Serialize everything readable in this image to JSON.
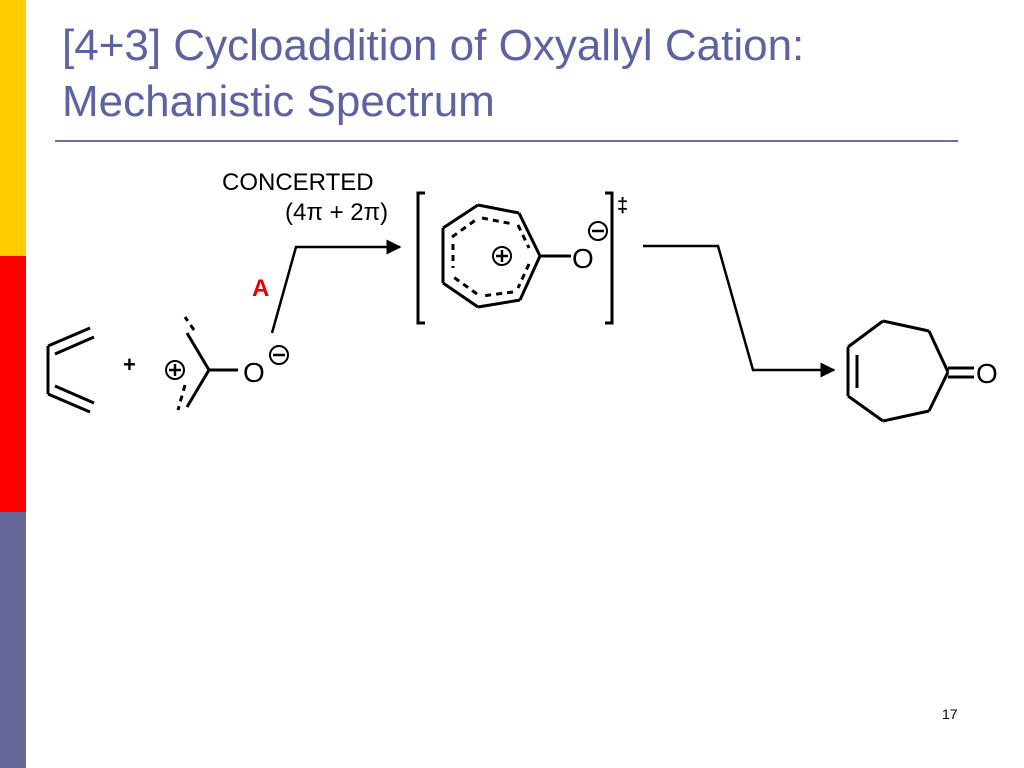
{
  "slide": {
    "title_line1": "[4+3] Cycloaddition of Oxyallyl Cation:",
    "title_line2": "Mechanistic Spectrum",
    "page_number": "17",
    "accent_colors": {
      "title": "#5d63a2",
      "sidebar_top": "#ffcc00",
      "sidebar_middle": "#ff0000",
      "sidebar_bottom": "#666699",
      "pathway_label": "#e00000"
    }
  },
  "scheme": {
    "pathway_top_label": "CONCERTED",
    "pathway_sub_label": "(4π + 2π)",
    "pathway_letter": "A",
    "plus_sign": "+",
    "oxygen": "O",
    "double_dagger": "‡",
    "positive_charge": "+",
    "negative_charge": "−",
    "species": [
      "diene",
      "oxyallyl-cation",
      "transition-state",
      "cycloheptenone"
    ]
  }
}
